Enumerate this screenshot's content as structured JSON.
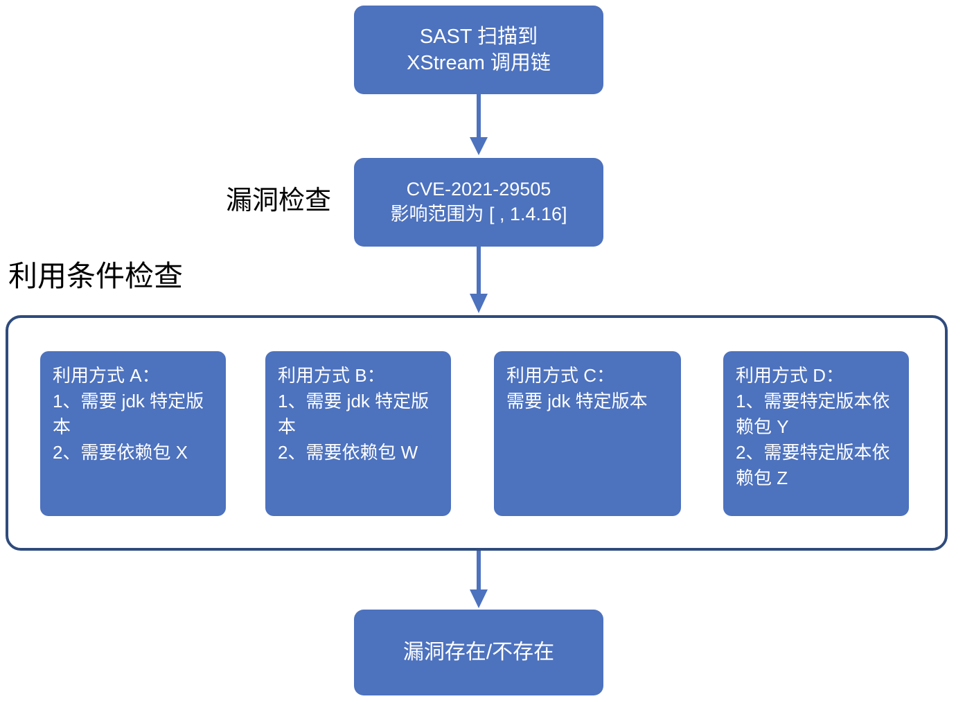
{
  "diagram": {
    "title_nodes": {
      "sast": "SAST 扫描到\nXStream 调用链",
      "cve": "CVE-2021-29505\n影响范围为 [ , 1.4.16]",
      "result": "漏洞存在/不存在"
    },
    "labels": {
      "vulnerability_check": "漏洞检查",
      "condition_check": "利用条件检查"
    },
    "methods": [
      {
        "id": "A",
        "text": "利用方式 A：\n1、需要 jdk 特定版本\n2、需要依赖包 X"
      },
      {
        "id": "B",
        "text": "利用方式 B：\n1、需要 jdk 特定版本\n2、需要依赖包 W"
      },
      {
        "id": "C",
        "text": "利用方式 C：\n需要 jdk 特定版本"
      },
      {
        "id": "D",
        "text": "利用方式 D：\n1、需要特定版本依赖包 Y\n2、需要特定版本依赖包 Z"
      }
    ],
    "arrows": [
      {
        "name": "sast-to-cve"
      },
      {
        "name": "cve-to-conditions"
      },
      {
        "name": "conditions-to-result"
      }
    ],
    "colors": {
      "node_fill": "#4D72BE",
      "node_text": "#FFFFFF",
      "container_border": "#2F4B7C",
      "arrow": "#4D72BE",
      "label_text": "#000000",
      "background": "#FFFFFF"
    }
  }
}
